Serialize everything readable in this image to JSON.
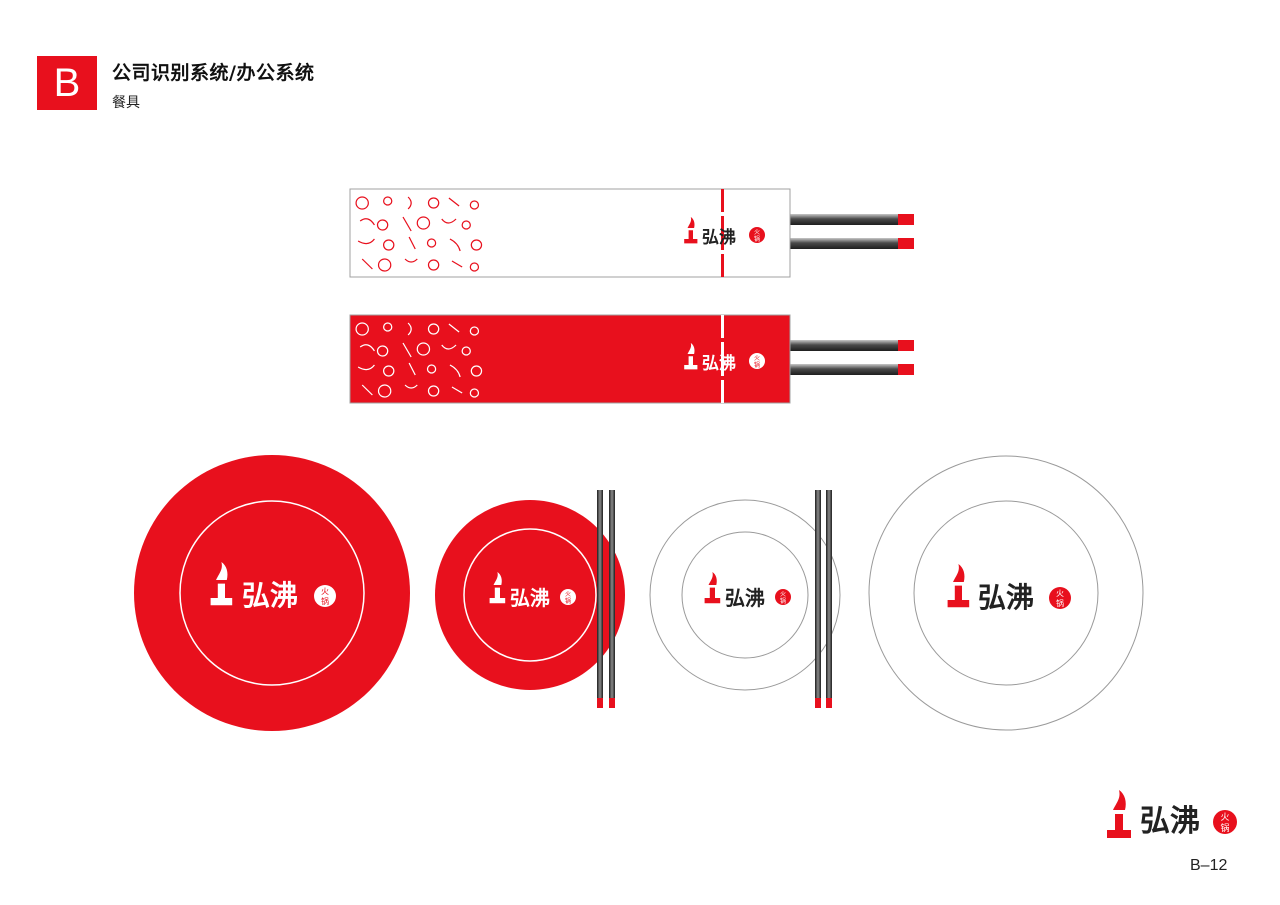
{
  "header": {
    "section_letter": "B",
    "title": "公司识别系统/办公系统",
    "subtitle": "餐具"
  },
  "brand": {
    "logo_text": "弘沸",
    "logo_suffix": "火锅",
    "logo_suffix_top": "火",
    "logo_suffix_bottom": "锅"
  },
  "colors": {
    "brand_red": "#e8101d",
    "chopstick_dark": "#2a2a2a",
    "outline_gray": "#9a9a9a"
  },
  "footer": {
    "page_number": "B–12"
  }
}
